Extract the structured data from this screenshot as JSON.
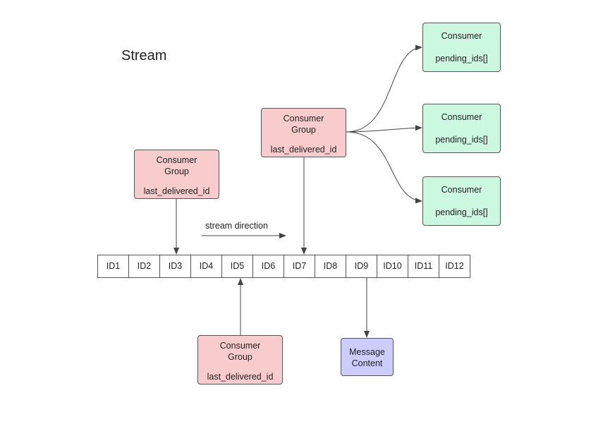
{
  "title": "Stream",
  "stream_direction_label": "stream direction",
  "ids": [
    "ID1",
    "ID2",
    "ID3",
    "ID4",
    "ID5",
    "ID6",
    "ID7",
    "ID8",
    "ID9",
    "ID10",
    "ID11",
    "ID12"
  ],
  "groups": [
    {
      "line1": "Consumer",
      "line2": "Group",
      "field": "last_delivered_id"
    },
    {
      "line1": "Consumer",
      "line2": "Group",
      "field": "last_delivered_id"
    },
    {
      "line1": "Consumer",
      "line2": "Group",
      "field": "last_delivered_id"
    }
  ],
  "consumers": [
    {
      "name": "Consumer",
      "field": "pending_ids[]"
    },
    {
      "name": "Consumer",
      "field": "pending_ids[]"
    },
    {
      "name": "Consumer",
      "field": "pending_ids[]"
    }
  ],
  "message": {
    "line1": "Message",
    "line2": "Content"
  },
  "colors": {
    "group_fill": "#f8cccc",
    "consumer_fill": "#ccf8e0",
    "message_fill": "#ccccff",
    "line": "#444444"
  }
}
